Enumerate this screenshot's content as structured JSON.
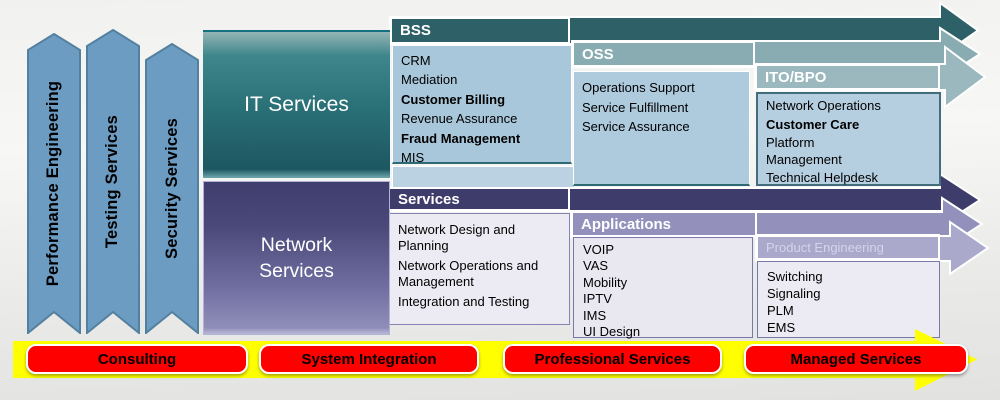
{
  "ribbons": {
    "items": [
      {
        "label": "Performance Engineering"
      },
      {
        "label": "Testing Services"
      },
      {
        "label": "Security Services"
      }
    ]
  },
  "it_row": {
    "block_label": "IT Services",
    "bss": {
      "label": "BSS",
      "items": [
        {
          "text": "CRM"
        },
        {
          "text": "Mediation"
        },
        {
          "text": "Customer Billing"
        },
        {
          "text": "Revenue Assurance"
        },
        {
          "text": "Fraud Management"
        },
        {
          "text": "MIS"
        }
      ]
    },
    "oss": {
      "label": "OSS",
      "items": [
        {
          "text": "Operations Support"
        },
        {
          "text": "Service Fulfillment"
        },
        {
          "text": "Service Assurance"
        }
      ]
    },
    "ito": {
      "label": "ITO/BPO",
      "items": [
        {
          "text": "Network Operations"
        },
        {
          "text": "Customer Care"
        },
        {
          "text": "Platform Management"
        },
        {
          "text": "Technical Helpdesk"
        }
      ]
    }
  },
  "network_row": {
    "block_label": "Network Services",
    "services": {
      "label": "Services",
      "items": [
        {
          "text": "Network Design and Planning"
        },
        {
          "text": "Network Operations and Management"
        },
        {
          "text": "Integration and Testing"
        }
      ]
    },
    "applications": {
      "label": "Applications",
      "items": [
        {
          "text": "VOIP"
        },
        {
          "text": "VAS"
        },
        {
          "text": "Mobility"
        },
        {
          "text": "IPTV"
        },
        {
          "text": "IMS"
        },
        {
          "text": "UI Design"
        }
      ]
    },
    "product_engineering": {
      "label": "Product Engineering",
      "items": [
        {
          "text": "Switching"
        },
        {
          "text": "Signaling"
        },
        {
          "text": "PLM"
        },
        {
          "text": "EMS"
        }
      ]
    }
  },
  "bottom_bar": {
    "items": [
      {
        "label": "Consulting"
      },
      {
        "label": "System Integration"
      },
      {
        "label": "Professional Services"
      },
      {
        "label": "Managed Services"
      }
    ]
  },
  "colors": {
    "ribbon_blue": "#6d9cc3",
    "ribbon_border": "#54809f",
    "it_block_teal_dark": "#1d5761",
    "it_block_teal_light": "#94b5b5",
    "network_block_purple_dark": "#403e6d",
    "network_block_purple_light": "#908eb9",
    "bss_band": "#2e6068",
    "oss_band": "#88acb1",
    "ito_band": "#9ab8bd",
    "services_band": "#3e3c6b",
    "applications_band": "#9391bc",
    "product_engineering_band": "#aaa8cb",
    "list_box_blue": "#aecadd",
    "list_box_light": "#ecebf3",
    "bottom_arrow_yellow": "#ffff00",
    "bottom_button_red": "#fe0000"
  }
}
